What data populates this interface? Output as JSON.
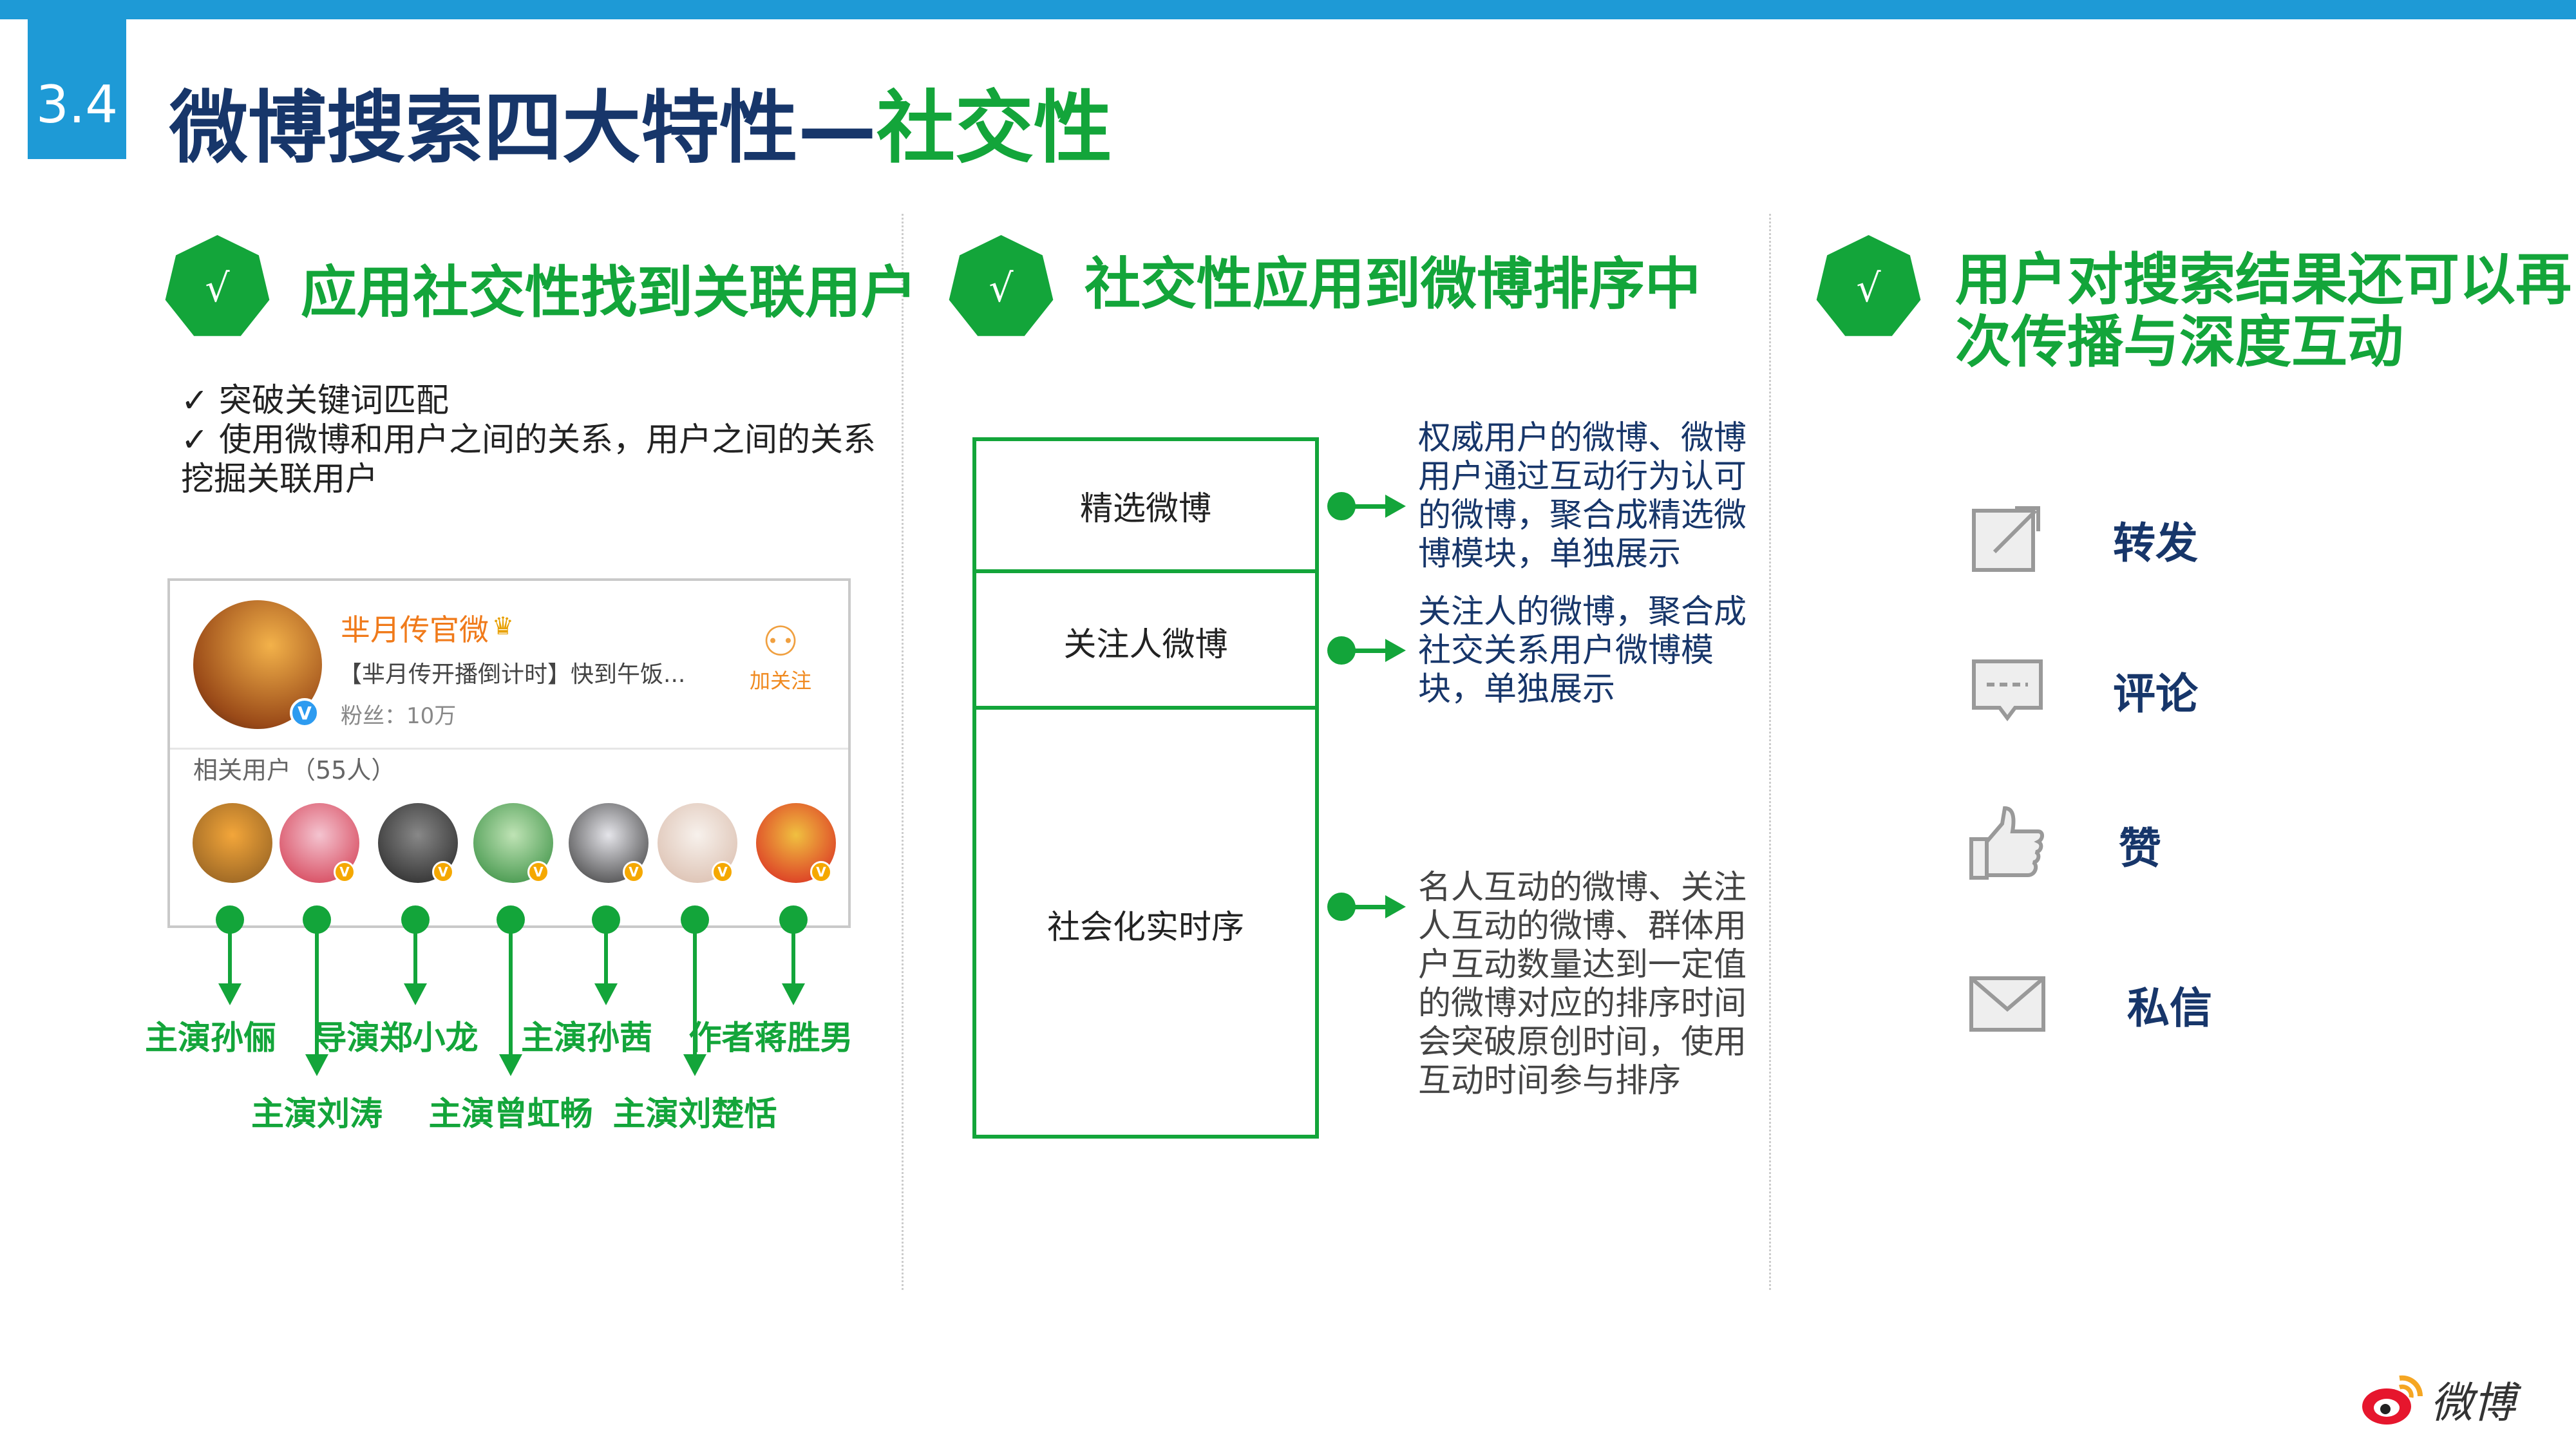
{
  "header": {
    "section_number": "3.4",
    "title_main": "微博搜索四大特性—",
    "title_highlight": "社交性"
  },
  "colors": {
    "blue": "#1e9ad6",
    "green": "#13a53a",
    "navy": "#17366a",
    "orange": "#f07a1a"
  },
  "col1": {
    "check": "√",
    "heading": "应用社交性找到关联用户",
    "bullets": [
      "✓ 突破关键词匹配",
      "✓ 使用微博和用户之间的关系，用户之间的关系",
      "挖掘关联用户"
    ],
    "card": {
      "name": "芈月传官微",
      "snippet": "【芈月传开播倒计时】快到午饭...",
      "fans": "粉丝：10万",
      "follow_label": "加关注",
      "related_label": "相关用户（55人）"
    },
    "users": [
      {
        "label": "主演孙俪",
        "row": 1,
        "colors": [
          "#f3a63a",
          "#8a5a20"
        ]
      },
      {
        "label": "主演刘涛",
        "row": 2,
        "colors": [
          "#f4c4d0",
          "#d2344a"
        ]
      },
      {
        "label": "导演郑小龙",
        "row": 1,
        "colors": [
          "#888",
          "#222"
        ]
      },
      {
        "label": "主演曾虹畅",
        "row": 2,
        "colors": [
          "#bfe3b5",
          "#2f8a3a"
        ]
      },
      {
        "label": "主演孙茜",
        "row": 1,
        "colors": [
          "#e5e5ea",
          "#333"
        ]
      },
      {
        "label": "主演刘楚恬",
        "row": 2,
        "colors": [
          "#f7f1ec",
          "#d8b9a8"
        ]
      },
      {
        "label": "作者蒋胜男",
        "row": 1,
        "colors": [
          "#f0c040",
          "#d82020"
        ]
      }
    ]
  },
  "col2": {
    "check": "√",
    "heading": "社交性应用到微博排序中",
    "rows": [
      {
        "label": "精选微博",
        "desc": "权威用户的微博、微博用户通过互动行为认可的微博，聚合成精选微博模块，单独展示"
      },
      {
        "label": "关注人微博",
        "desc": "关注人的微博，聚合成社交关系用户微博模块，单独展示"
      },
      {
        "label": "社会化实时序",
        "desc": "名人互动的微博、关注人互动的微博、群体用户互动数量达到一定值的微博对应的排序时间会突破原创时间，使用互动时间参与排序"
      }
    ]
  },
  "col3": {
    "check": "√",
    "heading_line1": "用户对搜索结果还可以再",
    "heading_line2": "次传播与深度互动",
    "actions": [
      {
        "label": "转发",
        "icon": "share-icon"
      },
      {
        "label": "评论",
        "icon": "comment-icon"
      },
      {
        "label": "赞",
        "icon": "like-icon"
      },
      {
        "label": "私信",
        "icon": "mail-icon"
      }
    ]
  },
  "footer": {
    "logo_text": "微博"
  }
}
